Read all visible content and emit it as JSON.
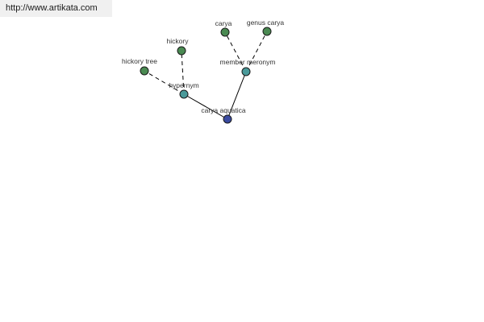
{
  "source_link": {
    "text": "http://www.artikata.com"
  },
  "graph": {
    "root": {
      "label": "carya aquatica",
      "color": "#3a4aa0"
    },
    "relations": [
      {
        "label": "hypernym",
        "color": "#4a9a9a"
      },
      {
        "label": "member meronym",
        "color": "#4a9a9a"
      }
    ],
    "terms": [
      {
        "label": "hickory tree",
        "relation": "hypernym"
      },
      {
        "label": "hickory",
        "relation": "hypernym"
      },
      {
        "label": "carya",
        "relation": "member meronym"
      },
      {
        "label": "genus carya",
        "relation": "member meronym"
      }
    ],
    "term_color": "#4a8a52"
  }
}
